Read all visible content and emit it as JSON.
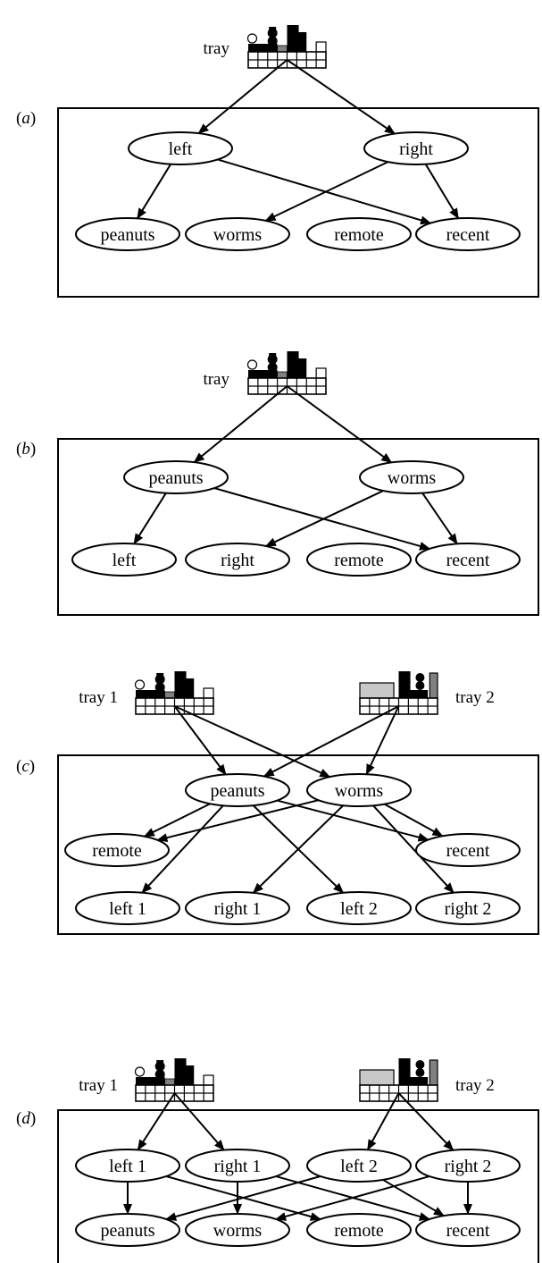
{
  "colors": {
    "black": "#000000",
    "dark_gray": "#808080",
    "light_gray": "#c8c8c8",
    "white": "#ffffff"
  },
  "icons": {
    "tray": "tray-icon",
    "arrow": "arrow-icon"
  },
  "panels": [
    {
      "id": "a",
      "label": "(a)",
      "trays": [
        {
          "id": "t",
          "label": "tray"
        }
      ],
      "nodes": [
        {
          "id": "left",
          "label": "left"
        },
        {
          "id": "right",
          "label": "right"
        },
        {
          "id": "peanuts",
          "label": "peanuts"
        },
        {
          "id": "worms",
          "label": "worms"
        },
        {
          "id": "remote",
          "label": "remote"
        },
        {
          "id": "recent",
          "label": "recent"
        }
      ],
      "edges": [
        [
          "t",
          "left"
        ],
        [
          "t",
          "right"
        ],
        [
          "left",
          "peanuts"
        ],
        [
          "left",
          "recent"
        ],
        [
          "right",
          "worms"
        ],
        [
          "right",
          "recent"
        ]
      ]
    },
    {
      "id": "b",
      "label": "(b)",
      "trays": [
        {
          "id": "t",
          "label": "tray"
        }
      ],
      "nodes": [
        {
          "id": "peanuts",
          "label": "peanuts"
        },
        {
          "id": "worms",
          "label": "worms"
        },
        {
          "id": "left",
          "label": "left"
        },
        {
          "id": "right",
          "label": "right"
        },
        {
          "id": "remote",
          "label": "remote"
        },
        {
          "id": "recent",
          "label": "recent"
        }
      ],
      "edges": [
        [
          "t",
          "peanuts"
        ],
        [
          "t",
          "worms"
        ],
        [
          "peanuts",
          "left"
        ],
        [
          "peanuts",
          "recent"
        ],
        [
          "worms",
          "right"
        ],
        [
          "worms",
          "recent"
        ]
      ]
    },
    {
      "id": "c",
      "label": "(c)",
      "trays": [
        {
          "id": "t1",
          "label": "tray 1"
        },
        {
          "id": "t2",
          "label": "tray 2"
        }
      ],
      "nodes": [
        {
          "id": "peanuts",
          "label": "peanuts"
        },
        {
          "id": "worms",
          "label": "worms"
        },
        {
          "id": "remote",
          "label": "remote"
        },
        {
          "id": "recent",
          "label": "recent"
        },
        {
          "id": "left1",
          "label": "left 1"
        },
        {
          "id": "right1",
          "label": "right 1"
        },
        {
          "id": "left2",
          "label": "left 2"
        },
        {
          "id": "right2",
          "label": "right 2"
        }
      ],
      "edges": [
        [
          "t1",
          "peanuts"
        ],
        [
          "t1",
          "worms"
        ],
        [
          "t2",
          "peanuts"
        ],
        [
          "t2",
          "worms"
        ],
        [
          "peanuts",
          "remote"
        ],
        [
          "peanuts",
          "recent"
        ],
        [
          "peanuts",
          "left1"
        ],
        [
          "peanuts",
          "left2"
        ],
        [
          "worms",
          "remote"
        ],
        [
          "worms",
          "recent"
        ],
        [
          "worms",
          "right1"
        ],
        [
          "worms",
          "right2"
        ]
      ]
    },
    {
      "id": "d",
      "label": "(d)",
      "trays": [
        {
          "id": "t1",
          "label": "tray 1"
        },
        {
          "id": "t2",
          "label": "tray 2"
        }
      ],
      "nodes": [
        {
          "id": "left1",
          "label": "left 1"
        },
        {
          "id": "right1",
          "label": "right 1"
        },
        {
          "id": "left2",
          "label": "left 2"
        },
        {
          "id": "right2",
          "label": "right 2"
        },
        {
          "id": "peanuts",
          "label": "peanuts"
        },
        {
          "id": "worms",
          "label": "worms"
        },
        {
          "id": "remote",
          "label": "remote"
        },
        {
          "id": "recent",
          "label": "recent"
        }
      ],
      "edges": [
        [
          "t1",
          "left1"
        ],
        [
          "t1",
          "right1"
        ],
        [
          "t2",
          "left2"
        ],
        [
          "t2",
          "right2"
        ],
        [
          "left1",
          "peanuts"
        ],
        [
          "left1",
          "remote"
        ],
        [
          "right1",
          "worms"
        ],
        [
          "right1",
          "recent"
        ],
        [
          "left2",
          "peanuts"
        ],
        [
          "left2",
          "recent"
        ],
        [
          "right2",
          "worms"
        ],
        [
          "right2",
          "recent"
        ]
      ]
    }
  ]
}
